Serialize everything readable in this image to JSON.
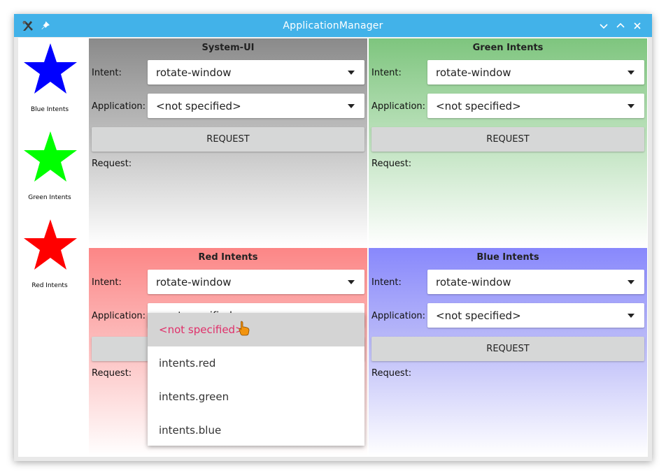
{
  "window": {
    "title": "ApplicationManager"
  },
  "titlebar_icons": [
    "app-icon",
    "pin-icon",
    "minimize-icon",
    "maximize-icon",
    "close-icon"
  ],
  "sidebar": {
    "items": [
      {
        "label": "Blue Intents",
        "color": "#0000ff",
        "icon": "star-icon"
      },
      {
        "label": "Green Intents",
        "color": "#00ff00",
        "icon": "star-icon"
      },
      {
        "label": "Red Intents",
        "color": "#ff0000",
        "icon": "star-icon"
      }
    ]
  },
  "labels": {
    "intent": "Intent:",
    "application": "Application:",
    "request_button": "REQUEST",
    "request": "Request:"
  },
  "panels": {
    "system_ui": {
      "title": "System-UI",
      "intent_value": "rotate-window",
      "application_value": "<not specified>"
    },
    "green": {
      "title": "Green Intents",
      "intent_value": "rotate-window",
      "application_value": "<not specified>"
    },
    "red": {
      "title": "Red Intents",
      "intent_value": "rotate-window",
      "application_value": "<not specified>"
    },
    "blue": {
      "title": "Blue Intents",
      "intent_value": "rotate-window",
      "application_value": "<not specified>"
    }
  },
  "dropdown": {
    "options": [
      "<not specified>",
      "intents.red",
      "intents.green",
      "intents.blue"
    ],
    "selected": "<not specified>"
  },
  "colors": {
    "titlebar": "#42b2e9",
    "system_ui_panel": "#8a8a8a",
    "green_panel": "#7ec57e",
    "red_panel": "#fc8686",
    "blue_panel": "#8888fc",
    "selected_option_text": "#e0306a"
  }
}
